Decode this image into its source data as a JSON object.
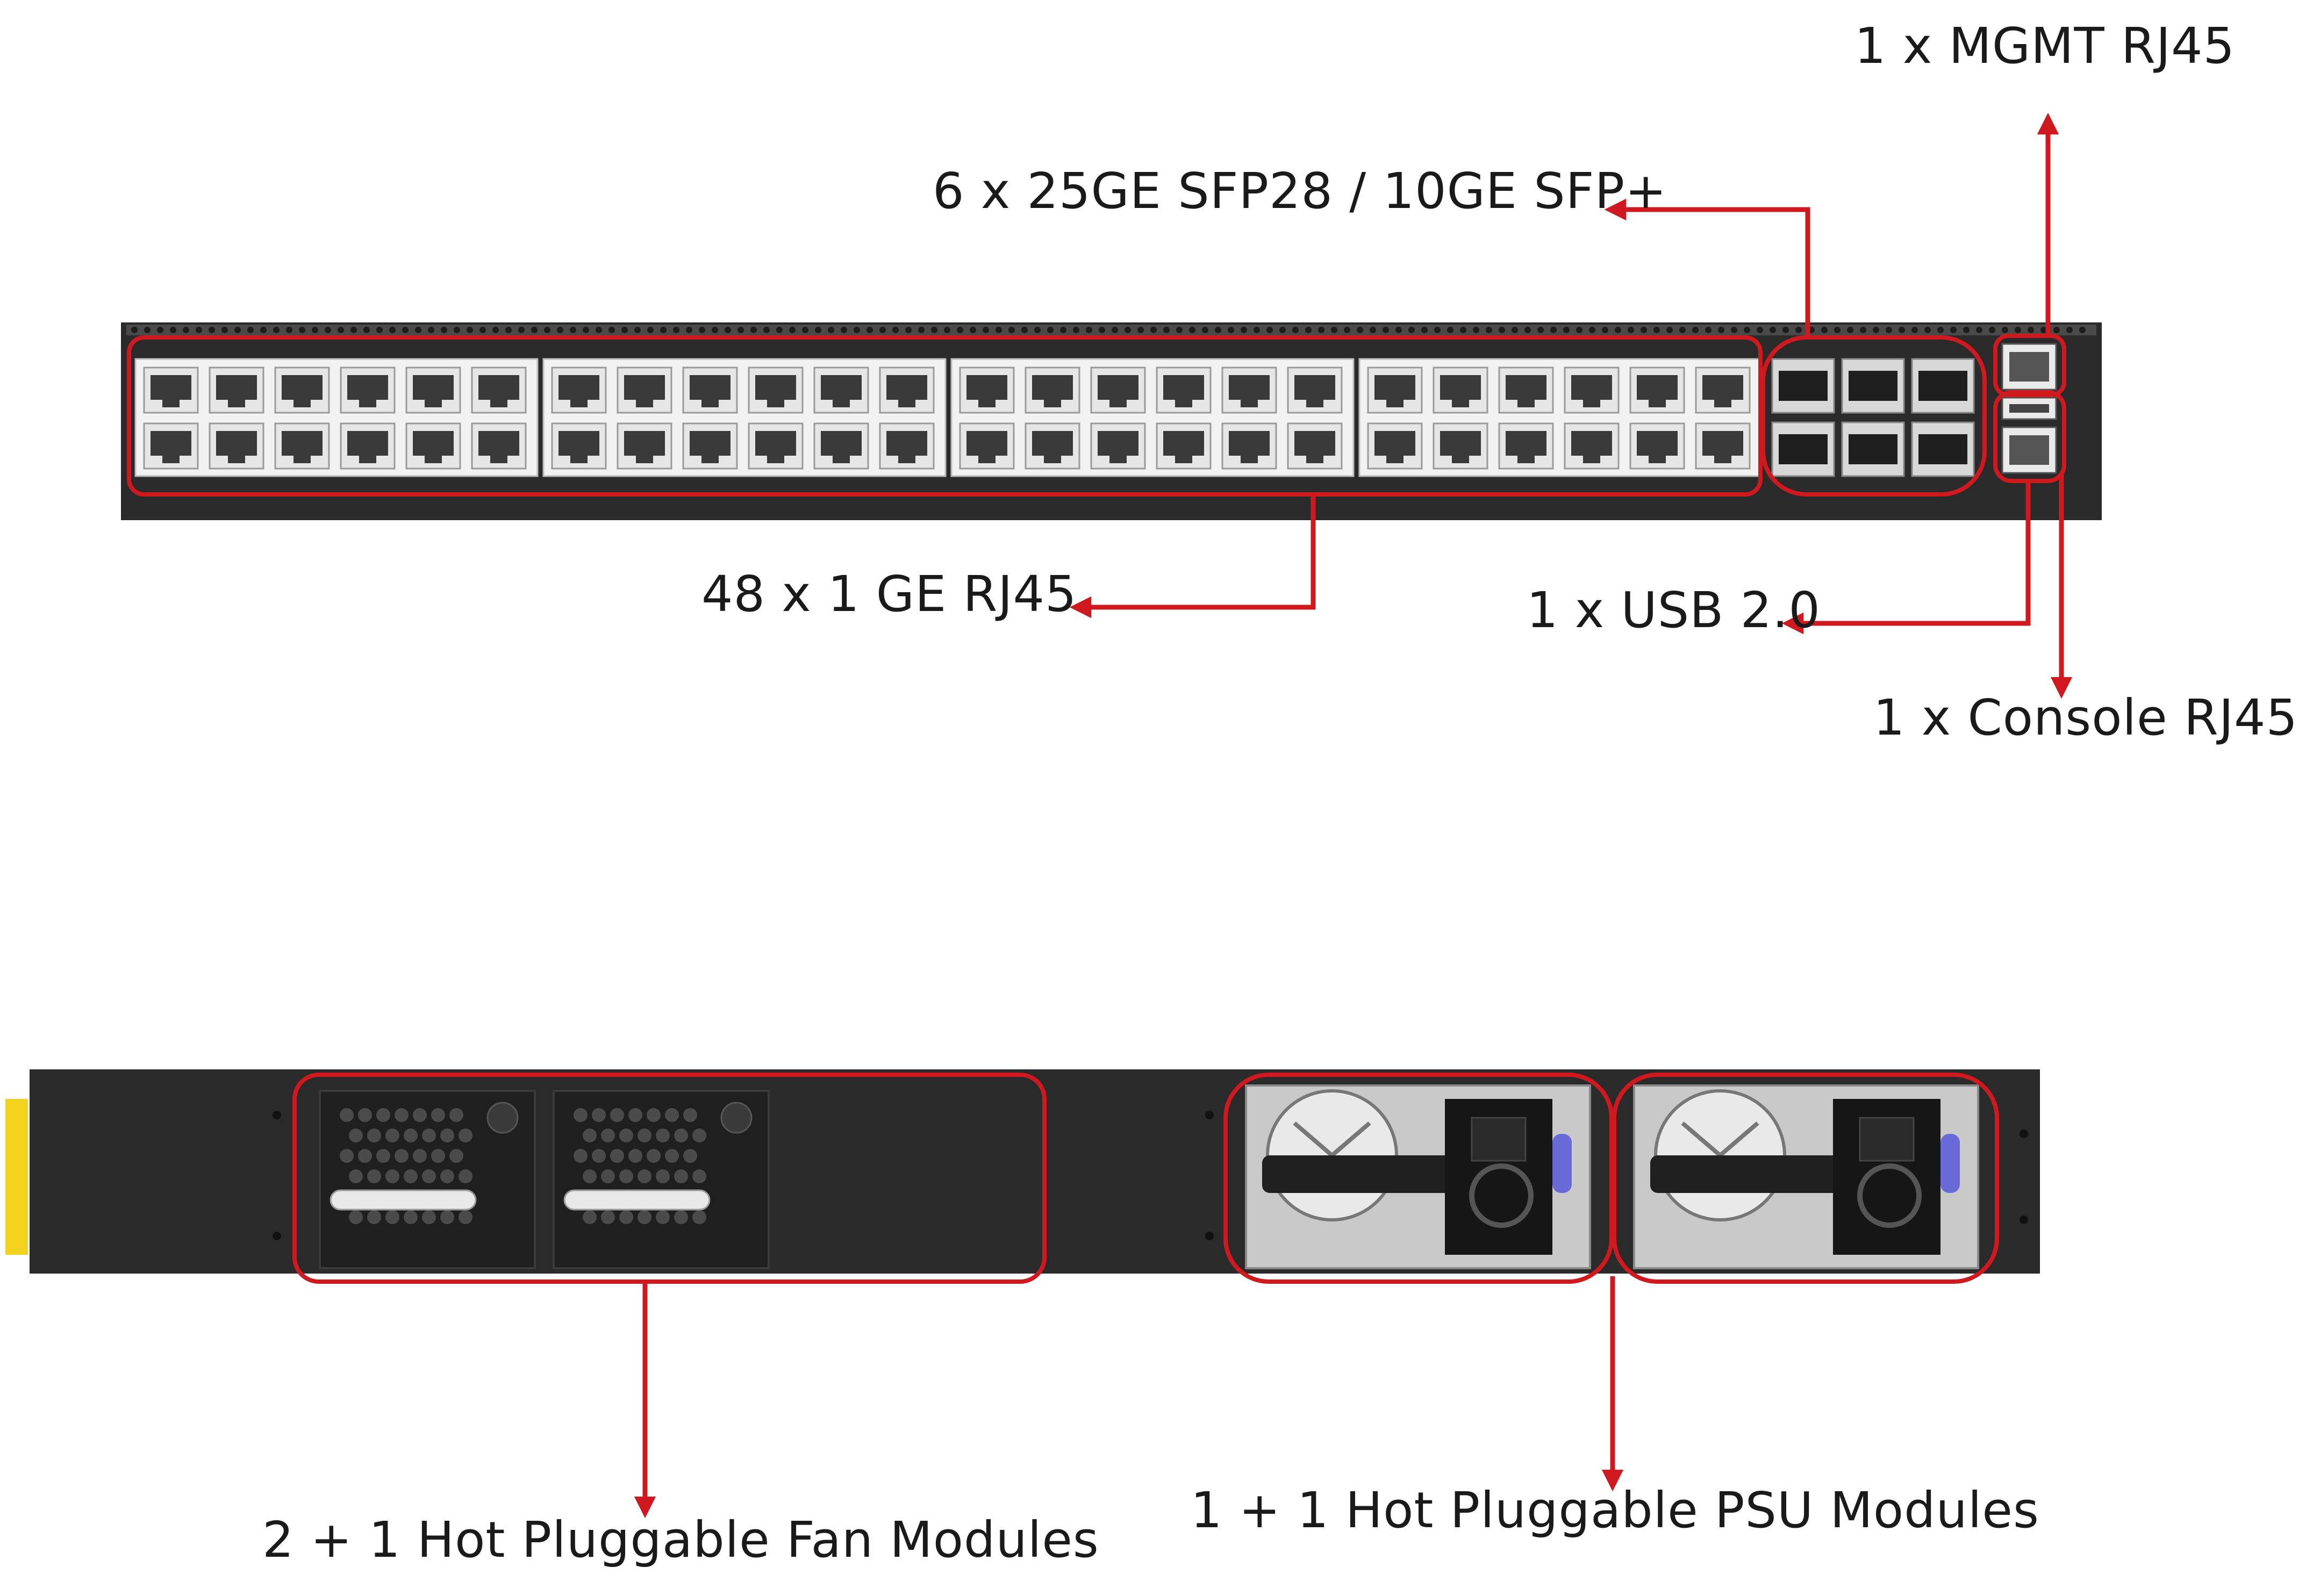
{
  "diagram": {
    "front_panel": {
      "callouts": {
        "mgmt": "1 x MGMT RJ45",
        "sfp": "6 x 25GE SFP28 / 10GE SFP+",
        "rj45": "48 x 1 GE RJ45",
        "usb": "1 x USB 2.0",
        "console": "1 x Console RJ45"
      }
    },
    "rear_panel": {
      "callouts": {
        "fans": "2 + 1 Hot Pluggable Fan Modules",
        "psu": "1 + 1 Hot Pluggable PSU Modules"
      }
    },
    "colors": {
      "chassis": "#2a2a2a",
      "port_face": "#f2f2f2",
      "port_cavity": "#3a3a3a",
      "highlight": "#d0191f",
      "psu_release_tab": "#6a6ad8",
      "rack_ear": "#f2d21c"
    }
  }
}
